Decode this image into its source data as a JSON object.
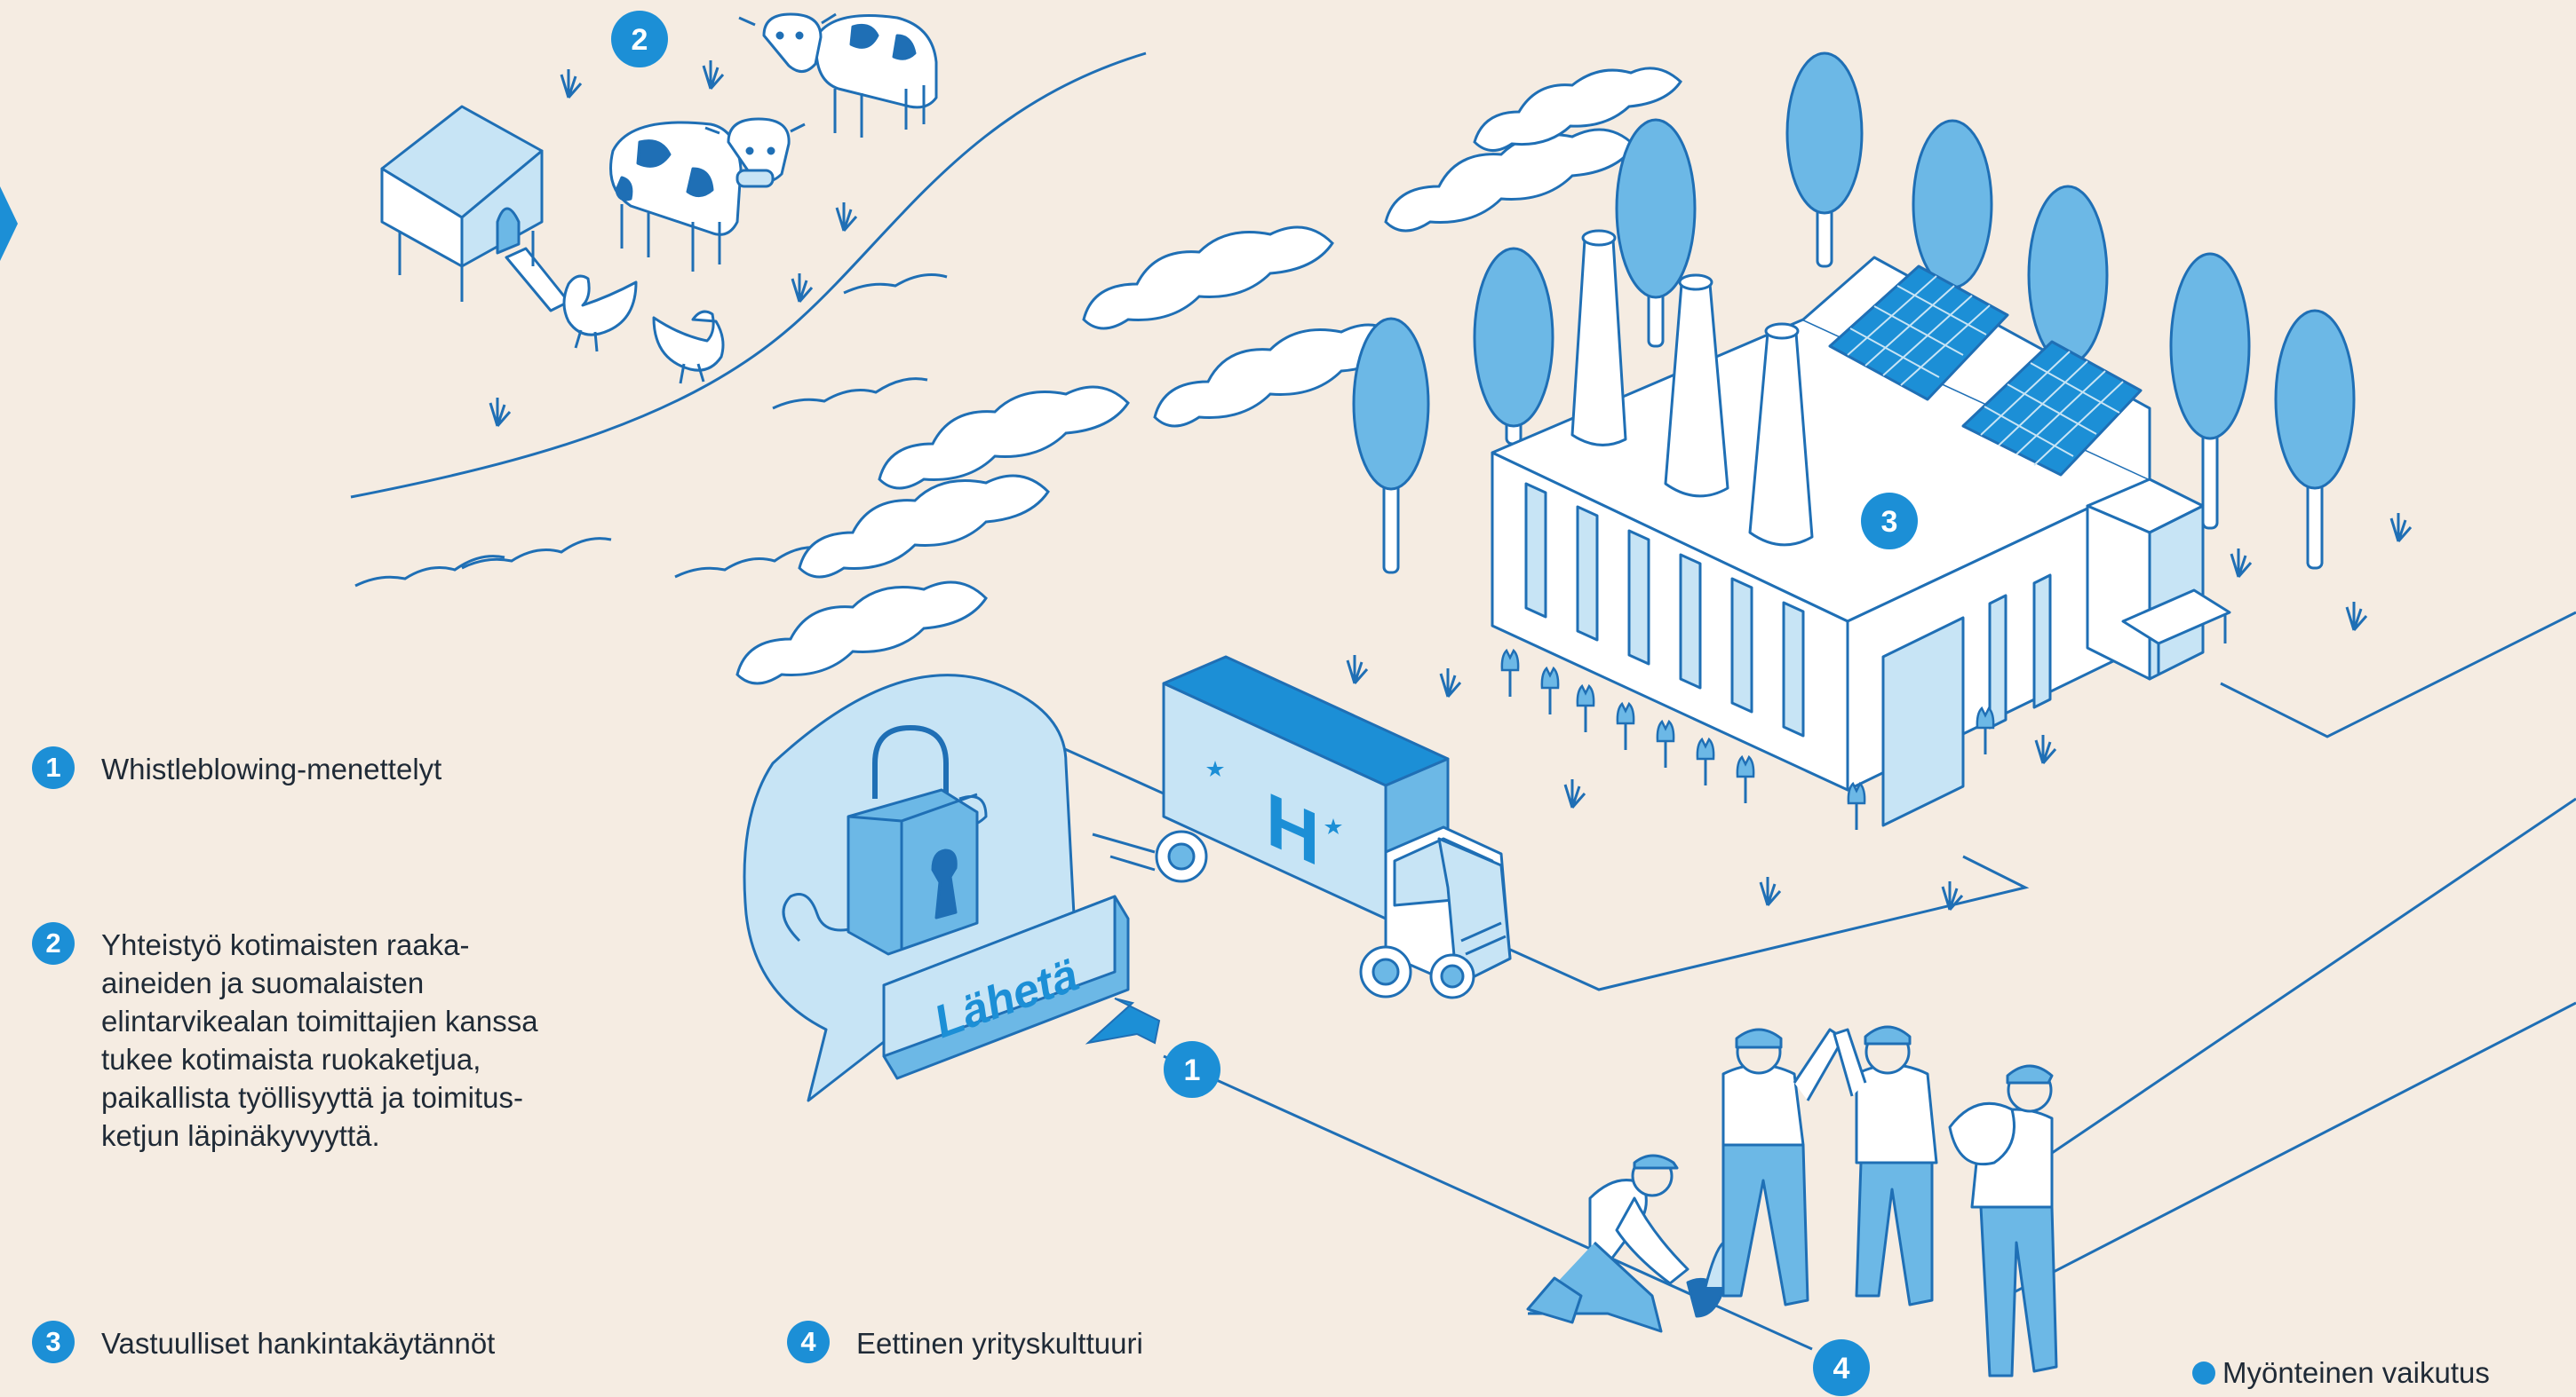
{
  "scene": {
    "button_label": "Lähetä",
    "truck_letter": "H",
    "markers": [
      "1",
      "2",
      "3",
      "4"
    ]
  },
  "legend": [
    {
      "number": "1",
      "text": "Whistleblowing-menettelyt"
    },
    {
      "number": "2",
      "text": "Yhteistyö kotimaisten raaka-\naineiden ja suomalaisten\nelintarvikealan toimittajien kanssa\ntukee kotimaista ruokaketjua,\npaikallista työllisyyttä ja toimitus-\nketjun läpinäkyvyyttä."
    },
    {
      "number": "3",
      "text": "Vastuulliset hankintakäytännöt"
    },
    {
      "number": "4",
      "text": "Eettinen yrityskulttuuri"
    }
  ],
  "legend_positive": "Myönteinen vaikutus",
  "colors": {
    "background": "#f5ece2",
    "accent": "#1c8fd6",
    "light_blue": "#c7e4f5",
    "mid_blue": "#6cb8e6",
    "line": "#1f6fb5"
  }
}
